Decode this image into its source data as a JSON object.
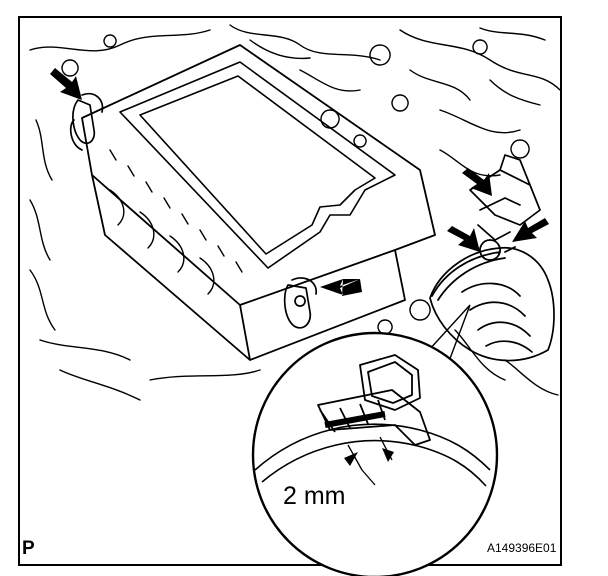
{
  "figure": {
    "panel_letter": "P",
    "figure_id": "A149396E01",
    "dimension_label": "2 mm"
  },
  "colors": {
    "line": "#000000",
    "background": "#ffffff"
  },
  "icons": {
    "callout_arrows": 5,
    "arrow_icon": "solid-black-arrow-icon"
  }
}
